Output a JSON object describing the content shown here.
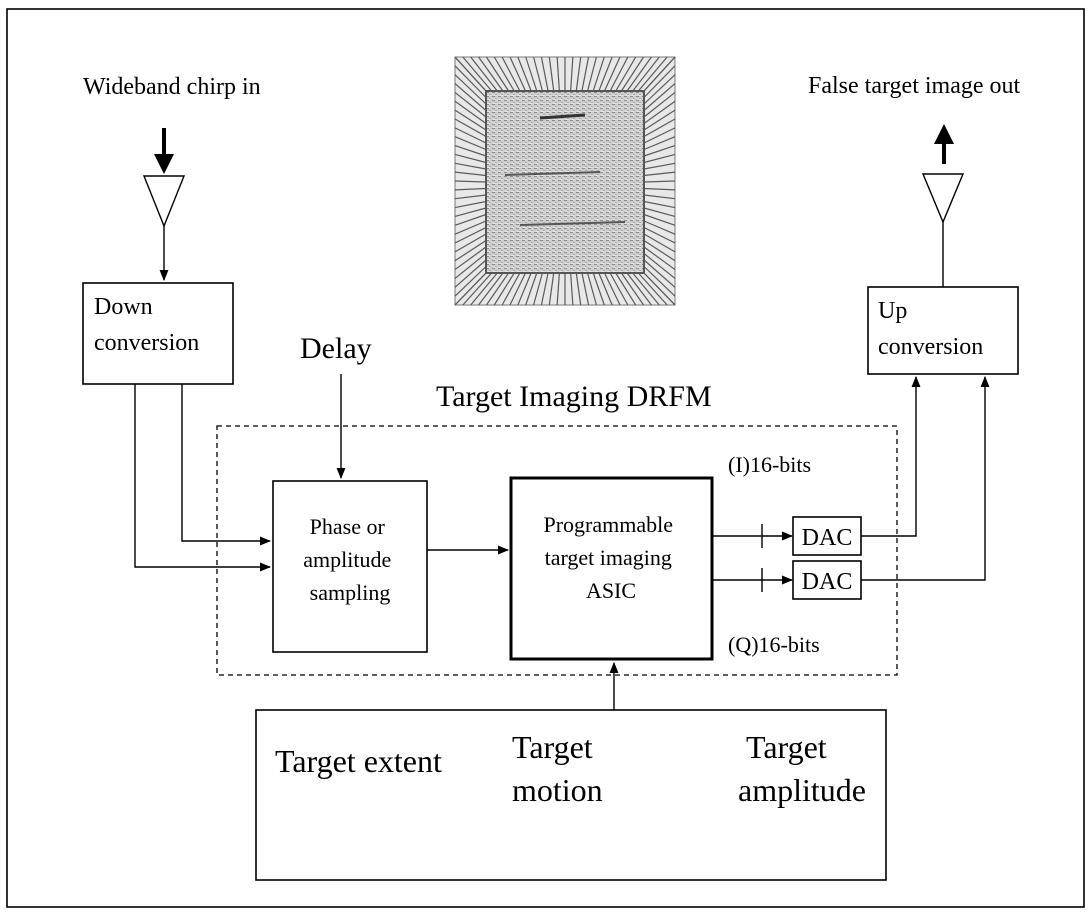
{
  "inputs": {
    "chirp_label": "Wideband chirp in",
    "output_label": "False target image out"
  },
  "blocks": {
    "down_conversion": [
      "Down",
      "conversion"
    ],
    "up_conversion": [
      "Up",
      "conversion"
    ],
    "delay": "Delay",
    "drfm_title": "Target Imaging DRFM",
    "sampling": [
      "Phase or",
      "amplitude",
      "sampling"
    ],
    "asic": [
      "Programmable",
      "target imaging",
      "ASIC"
    ],
    "dac_i": "DAC",
    "dac_q": "DAC",
    "i_bits": "(I)16-bits",
    "q_bits": "(Q)16-bits"
  },
  "parameters": {
    "extent": "Target extent",
    "motion": [
      "Target",
      "motion"
    ],
    "amplitude": [
      "Target",
      "amplitude"
    ]
  }
}
